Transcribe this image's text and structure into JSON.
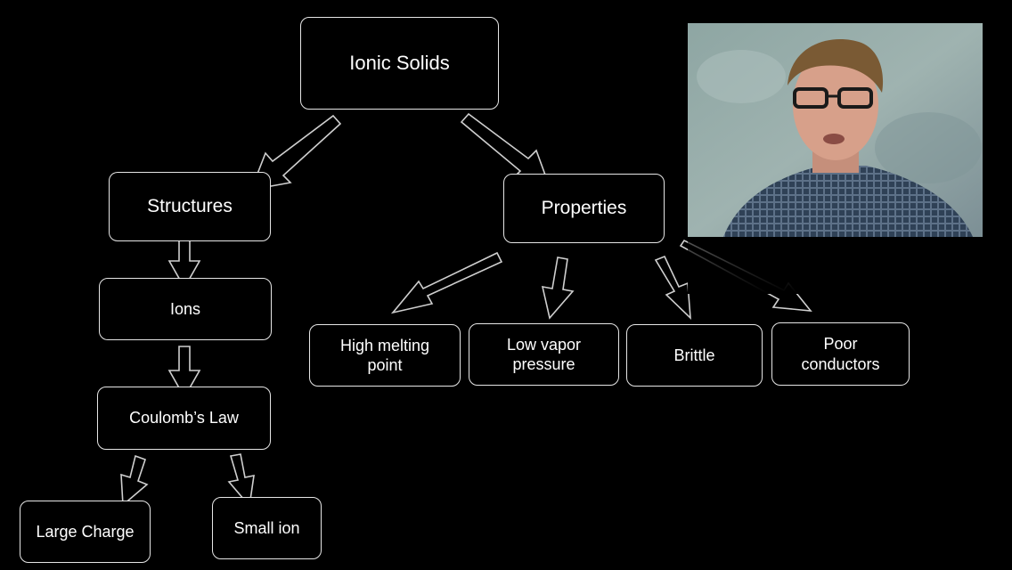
{
  "diagram": {
    "root": {
      "label": "Ionic Solids"
    },
    "left": {
      "label": "Structures",
      "chain": [
        "Ions",
        "Coulomb’s Law"
      ],
      "leaves": [
        "Large Charge",
        "Small ion"
      ]
    },
    "right": {
      "label": "Properties",
      "leaves": [
        {
          "line1": "High melting",
          "line2": "point"
        },
        {
          "line1": "Low vapor",
          "line2": "pressure"
        },
        {
          "line1": "Brittle",
          "line2": ""
        },
        {
          "line1": "Poor",
          "line2": "conductors"
        }
      ]
    }
  },
  "colors": {
    "background": "#000000",
    "stroke": "#e6e6e6",
    "text": "#ffffff"
  },
  "video": {
    "content": "presenter-webcam"
  }
}
